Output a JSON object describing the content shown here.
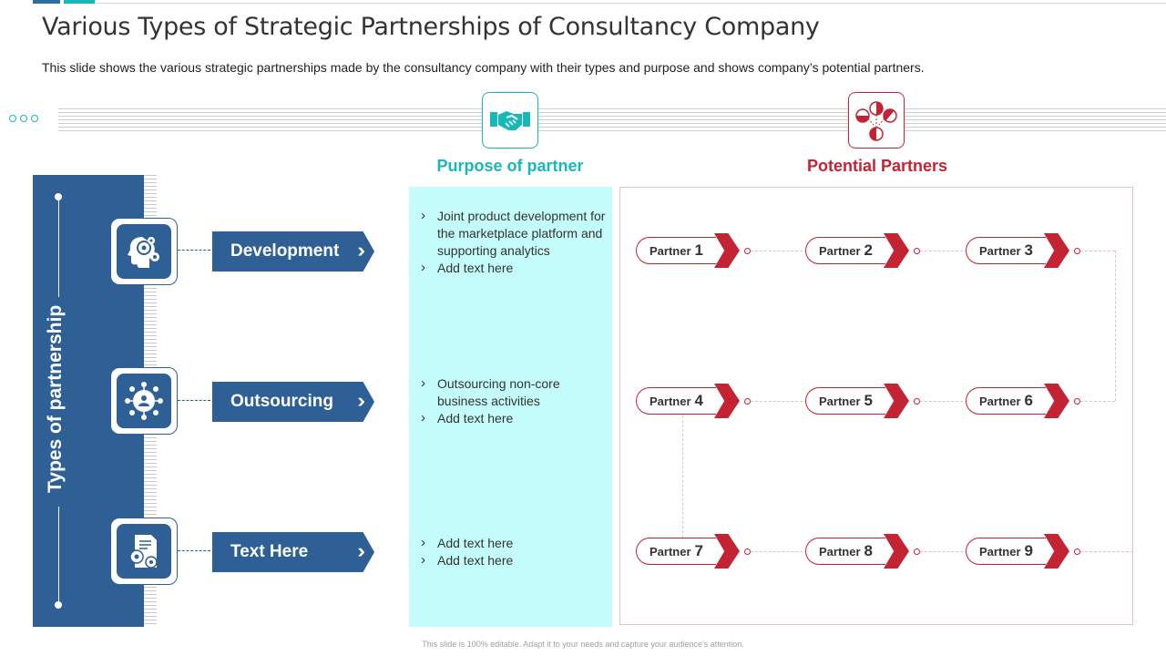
{
  "title": "Various Types of Strategic Partnerships of Consultancy Company",
  "subtitle": "This slide shows the various strategic partnerships made by the consultancy company with their types and purpose and shows company’s potential partners.",
  "columns": {
    "purpose_heading": "Purpose of partner",
    "partners_heading": "Potential Partners",
    "types_heading": "Types of partnership"
  },
  "colors": {
    "blue": "#2e6095",
    "teal": "#19b8b8",
    "red": "#c42334",
    "cyan_bg": "#c4fbfb"
  },
  "types": [
    {
      "label": "Development",
      "icon": "brain-gears-icon",
      "bullets": [
        "Joint product development for the marketplace platform and supporting analytics",
        "Add text here"
      ]
    },
    {
      "label": "Outsourcing",
      "icon": "network-people-icon",
      "bullets": [
        "Outsourcing non-core business activities",
        "Add text here"
      ]
    },
    {
      "label": "Text Here",
      "icon": "document-gears-icon",
      "bullets": [
        "Add text here",
        "Add text here"
      ]
    }
  ],
  "partners": [
    {
      "label": "Partner",
      "num": "1"
    },
    {
      "label": "Partner",
      "num": "2"
    },
    {
      "label": "Partner",
      "num": "3"
    },
    {
      "label": "Partner",
      "num": "4"
    },
    {
      "label": "Partner",
      "num": "5"
    },
    {
      "label": "Partner",
      "num": "6"
    },
    {
      "label": "Partner",
      "num": "7"
    },
    {
      "label": "Partner",
      "num": "8"
    },
    {
      "label": "Partner",
      "num": "9"
    }
  ],
  "footer": "This slide is 100% editable. Adapt it to your needs and capture your audience’s attention."
}
